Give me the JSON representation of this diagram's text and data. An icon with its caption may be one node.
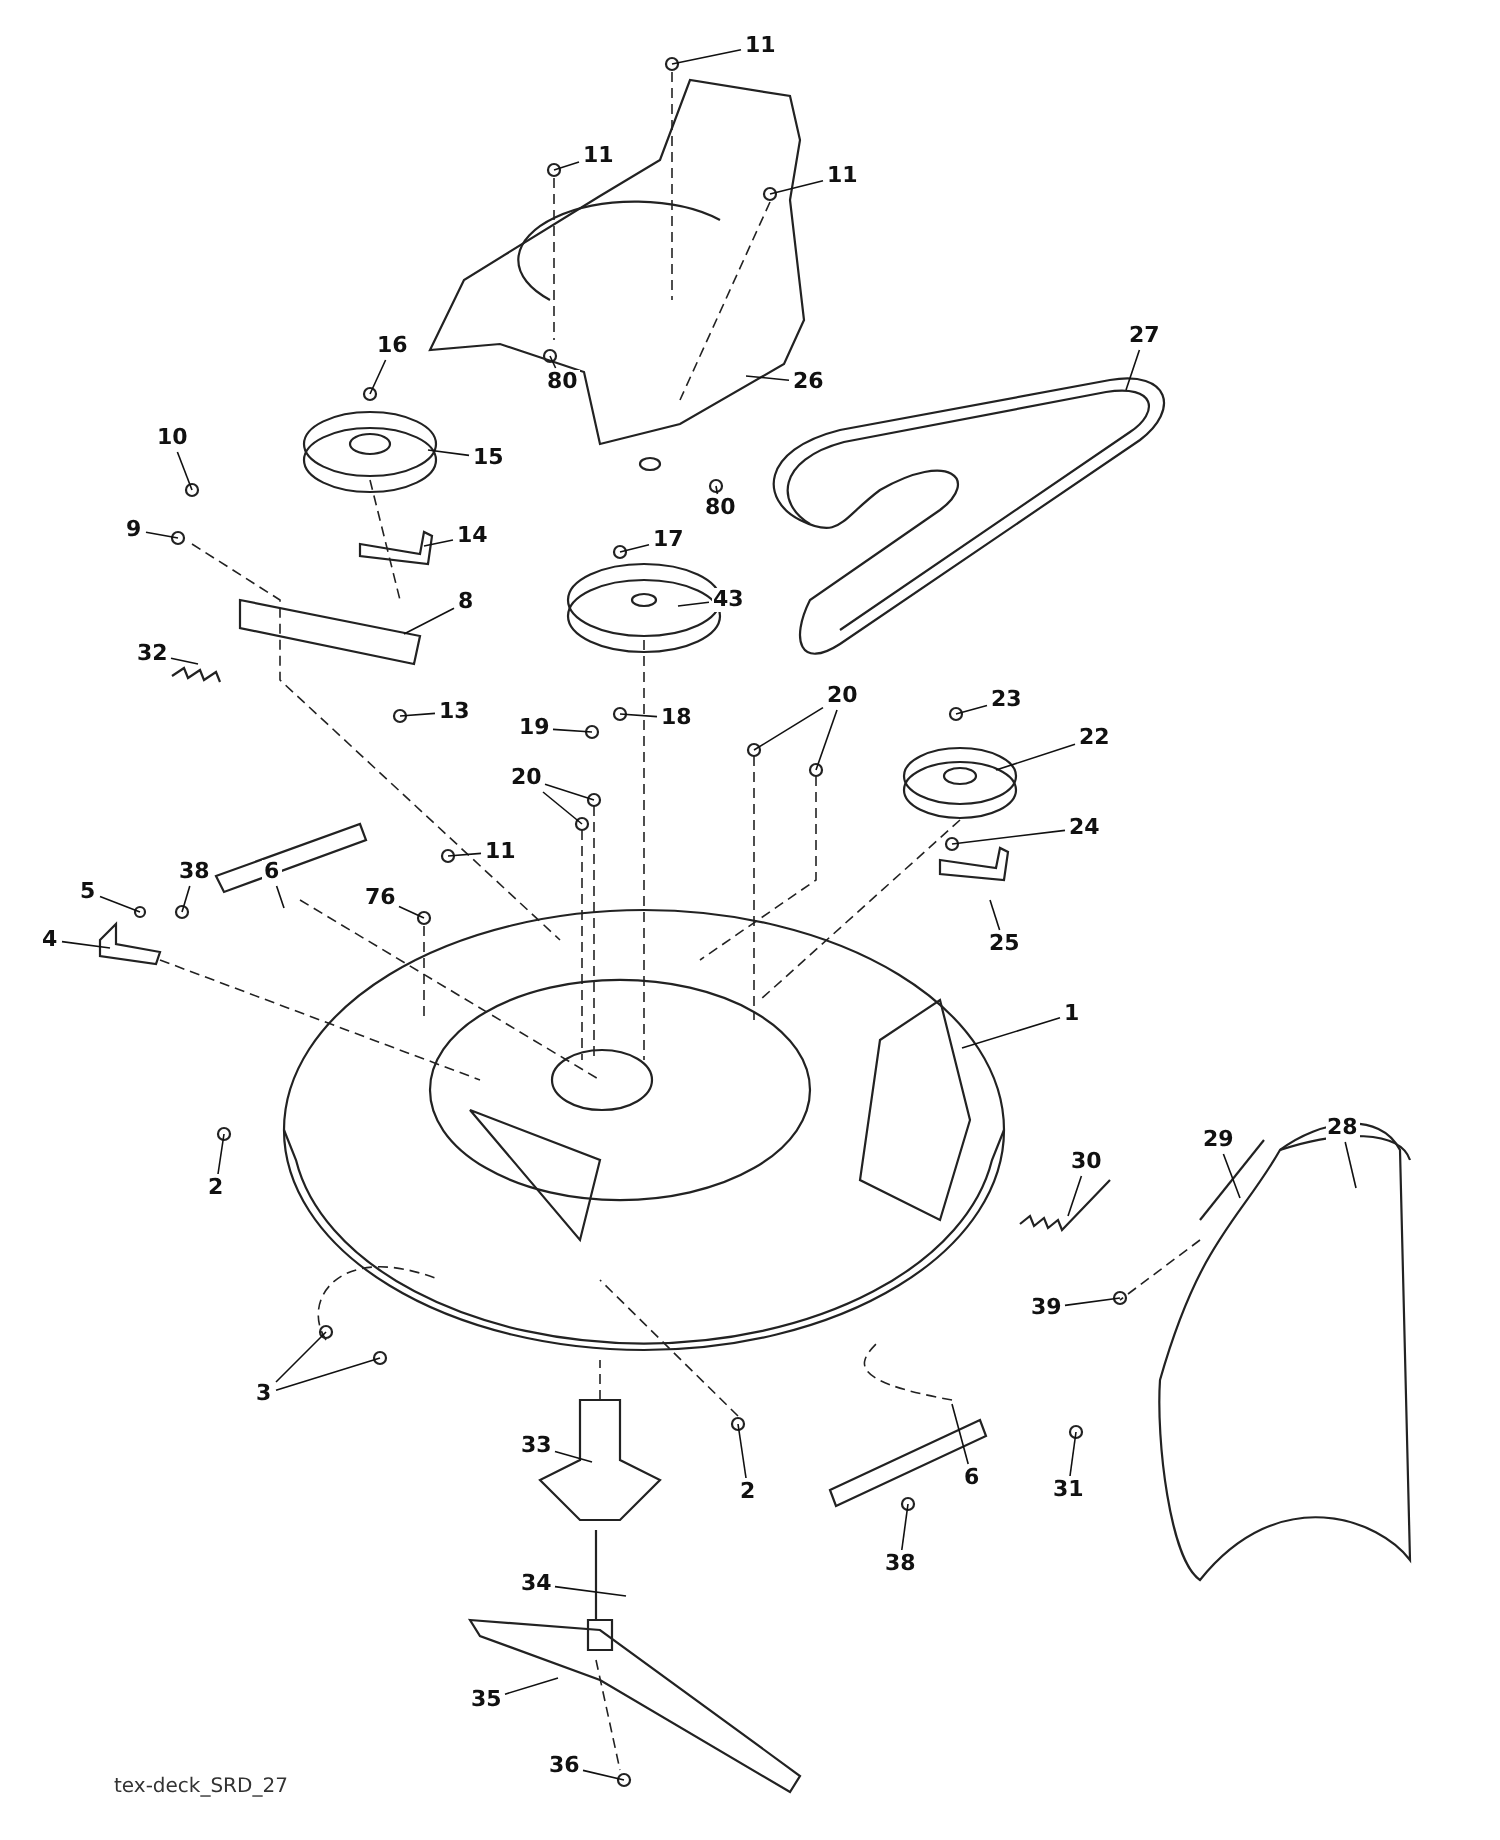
{
  "diagram": {
    "nodes": [
      {
        "text": [
          "11"
        ]
      },
      {
        "text": [
          "11"
        ]
      },
      {
        "text": [
          "11"
        ]
      },
      {
        "text": [
          "27"
        ]
      },
      {
        "text": [
          "16"
        ]
      },
      {
        "text": [
          "80"
        ]
      },
      {
        "text": [
          "26"
        ]
      },
      {
        "text": [
          "10"
        ]
      },
      {
        "text": [
          "15"
        ]
      },
      {
        "text": [
          "80"
        ]
      },
      {
        "text": [
          "9"
        ]
      },
      {
        "text": [
          "14"
        ]
      },
      {
        "text": [
          "17"
        ]
      },
      {
        "text": [
          "43"
        ]
      },
      {
        "text": [
          "8"
        ]
      },
      {
        "text": [
          "32"
        ]
      },
      {
        "text": [
          "20"
        ]
      },
      {
        "text": [
          "23"
        ]
      },
      {
        "text": [
          "13"
        ]
      },
      {
        "text": [
          "18"
        ]
      },
      {
        "text": [
          "19"
        ]
      },
      {
        "text": [
          "22"
        ]
      },
      {
        "text": [
          "20"
        ]
      },
      {
        "text": [
          "24"
        ]
      },
      {
        "text": [
          "11"
        ]
      },
      {
        "text": [
          "6"
        ]
      },
      {
        "text": [
          "38"
        ]
      },
      {
        "text": [
          "5"
        ]
      },
      {
        "text": [
          "76"
        ]
      },
      {
        "text": [
          "4"
        ]
      },
      {
        "text": [
          "25"
        ]
      },
      {
        "text": [
          "1"
        ]
      },
      {
        "text": [
          "28"
        ]
      },
      {
        "text": [
          "29"
        ]
      },
      {
        "text": [
          "30"
        ]
      },
      {
        "text": [
          "2"
        ]
      },
      {
        "text": [
          "39"
        ]
      },
      {
        "text": [
          "3"
        ]
      },
      {
        "text": [
          "33"
        ]
      },
      {
        "text": [
          "6"
        ]
      },
      {
        "text": [
          "31"
        ]
      },
      {
        "text": [
          "2"
        ]
      },
      {
        "text": [
          "38"
        ]
      },
      {
        "text": [
          "34"
        ]
      },
      {
        "text": [
          "35"
        ]
      },
      {
        "text": [
          "36"
        ]
      }
    ],
    "edges": [
      {
        "from": 0,
        "to": null,
        "arrow": "none"
      },
      {
        "from": 1,
        "to": null,
        "arrow": "none"
      },
      {
        "from": 2,
        "to": null,
        "arrow": "none"
      },
      {
        "from": 3,
        "to": null,
        "arrow": "none"
      },
      {
        "from": 4,
        "to": null,
        "arrow": "none"
      },
      {
        "from": 5,
        "to": null,
        "arrow": "none"
      },
      {
        "from": 6,
        "to": null,
        "arrow": "none"
      },
      {
        "from": 7,
        "to": null,
        "arrow": "none"
      },
      {
        "from": 8,
        "to": null,
        "arrow": "none"
      },
      {
        "from": 9,
        "to": null,
        "arrow": "none"
      },
      {
        "from": 10,
        "to": null,
        "arrow": "none"
      },
      {
        "from": 11,
        "to": null,
        "arrow": "none"
      },
      {
        "from": 12,
        "to": null,
        "arrow": "none"
      },
      {
        "from": 13,
        "to": null,
        "arrow": "none"
      },
      {
        "from": 14,
        "to": null,
        "arrow": "none"
      },
      {
        "from": 15,
        "to": null,
        "arrow": "none"
      },
      {
        "from": 16,
        "to": null,
        "arrow": "none"
      },
      {
        "from": 16,
        "to": null,
        "arrow": "none"
      },
      {
        "from": 17,
        "to": null,
        "arrow": "none"
      },
      {
        "from": 18,
        "to": null,
        "arrow": "none"
      },
      {
        "from": 19,
        "to": null,
        "arrow": "none"
      },
      {
        "from": 20,
        "to": null,
        "arrow": "none"
      },
      {
        "from": 21,
        "to": null,
        "arrow": "none"
      },
      {
        "from": 22,
        "to": null,
        "arrow": "none"
      },
      {
        "from": 22,
        "to": null,
        "arrow": "none"
      },
      {
        "from": 23,
        "to": null,
        "arrow": "none"
      },
      {
        "from": 24,
        "to": null,
        "arrow": "none"
      },
      {
        "from": 25,
        "to": null,
        "arrow": "none"
      },
      {
        "from": 26,
        "to": null,
        "arrow": "none"
      },
      {
        "from": 27,
        "to": null,
        "arrow": "none"
      },
      {
        "from": 28,
        "to": null,
        "arrow": "none"
      },
      {
        "from": 29,
        "to": null,
        "arrow": "none"
      },
      {
        "from": 30,
        "to": null,
        "arrow": "none"
      },
      {
        "from": 31,
        "to": null,
        "arrow": "none"
      },
      {
        "from": 32,
        "to": null,
        "arrow": "none"
      },
      {
        "from": 33,
        "to": null,
        "arrow": "none"
      },
      {
        "from": 34,
        "to": null,
        "arrow": "none"
      },
      {
        "from": 35,
        "to": null,
        "arrow": "none"
      },
      {
        "from": 36,
        "to": null,
        "arrow": "none"
      },
      {
        "from": 37,
        "to": null,
        "arrow": "none"
      },
      {
        "from": 37,
        "to": null,
        "arrow": "none"
      },
      {
        "from": 38,
        "to": null,
        "arrow": "none"
      },
      {
        "from": 39,
        "to": null,
        "arrow": "none"
      },
      {
        "from": 40,
        "to": null,
        "arrow": "none"
      },
      {
        "from": 41,
        "to": null,
        "arrow": "none"
      },
      {
        "from": 42,
        "to": null,
        "arrow": "none"
      },
      {
        "from": 43,
        "to": null,
        "arrow": "none"
      },
      {
        "from": 44,
        "to": null,
        "arrow": "none"
      },
      {
        "from": 45,
        "to": null,
        "arrow": "none"
      }
    ],
    "labels": [
      "tex-deck_SRD_27"
    ]
  }
}
